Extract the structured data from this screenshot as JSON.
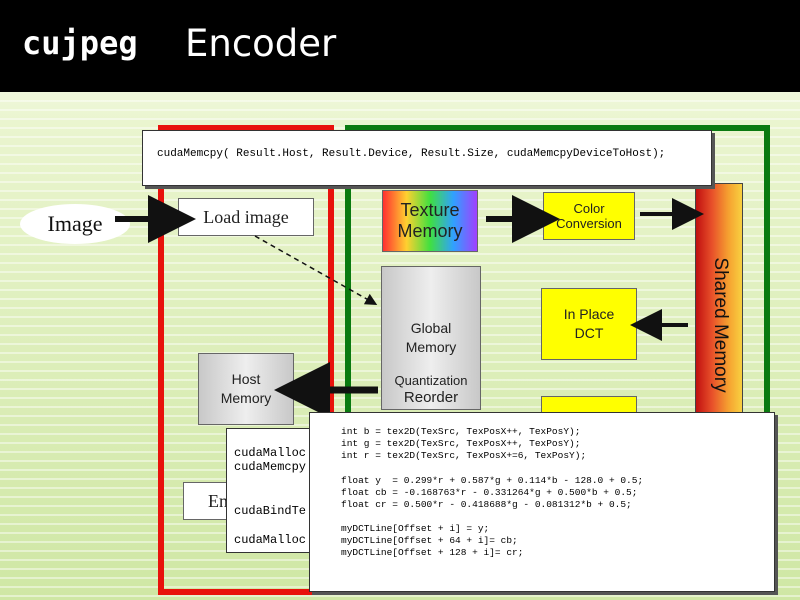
{
  "title": {
    "code": "cujpeg",
    "text": "Encoder"
  },
  "labels": {
    "image": "Image",
    "load_image": "Load image",
    "texture_memory_top": "Texture",
    "texture_memory_bottom": "Memory",
    "color_top": "Color",
    "color_bottom": "Conversion",
    "shared_memory": "Shared Memory",
    "global_memory": "Global Memory",
    "in_place_dct": "In Place DCT",
    "host_memory": "Host Memory",
    "quantization": "Quantization",
    "reorder": "Reorder",
    "encode_partial": "En"
  },
  "memcpy_result": "cudaMemcpy( Result.Host, Result.Device, Result.Size, cudaMemcpyDeviceToHost);",
  "left_code": [
    "cudaMalloc",
    "cudaMemcpy",
    "cudaBindTe",
    "cudaMalloc"
  ],
  "kernel_code": [
    "int b = tex2D(TexSrc, TexPosX++, TexPosY);",
    "int g = tex2D(TexSrc, TexPosX++, TexPosY);",
    "int r = tex2D(TexSrc, TexPosX+=6, TexPosY);",
    "",
    "float y  = 0.299*r + 0.587*g + 0.114*b - 128.0 + 0.5;",
    "float cb = -0.168763*r - 0.331264*g + 0.500*b + 0.5;",
    "float cr = 0.500*r - 0.418688*g - 0.081312*b + 0.5;",
    "",
    "myDCTLine[Offset + i] = y;",
    "myDCTLine[Offset + 64 + i]= cb;",
    "myDCTLine[Offset + 128 + i]= cr;"
  ],
  "colors": {
    "host_frame": "#e8120c",
    "device_frame": "#0a7a10",
    "dct_box": "#ffff00",
    "shared_memory_bar": "#e8502a"
  }
}
